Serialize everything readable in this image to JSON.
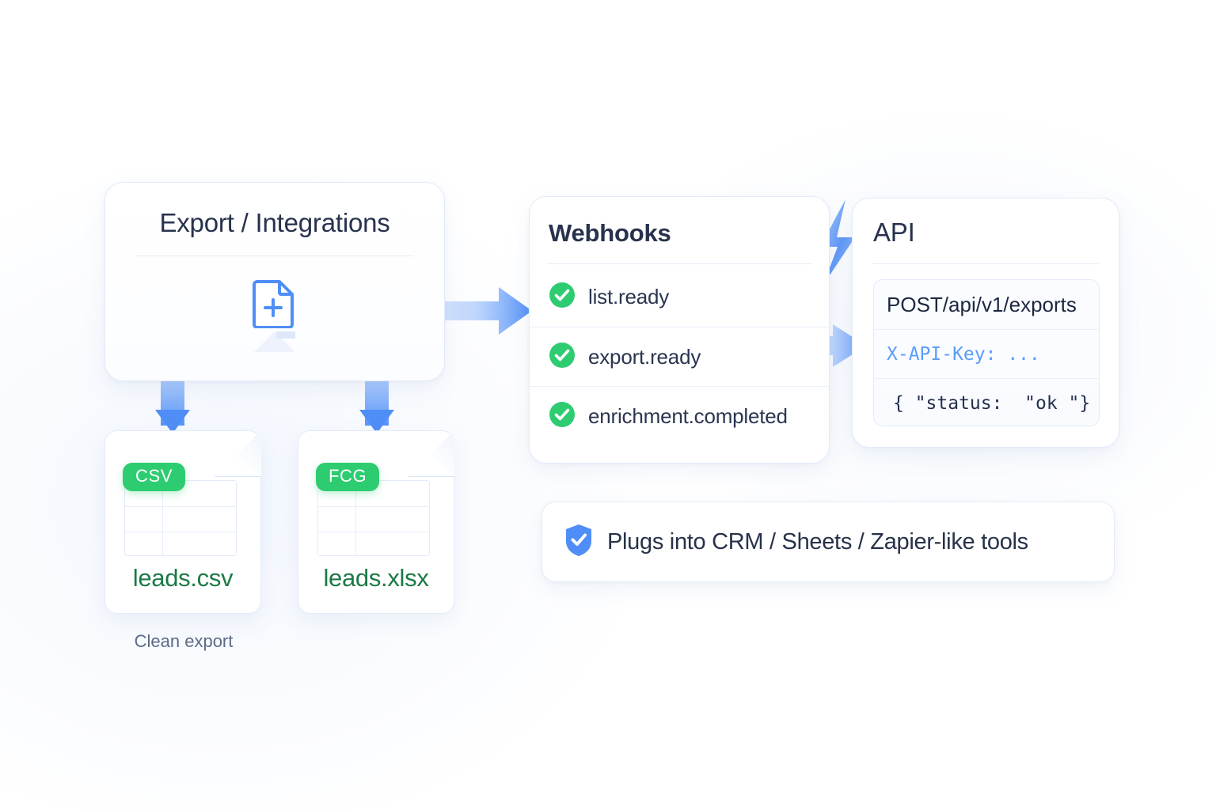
{
  "export_panel": {
    "title": "Export / Integrations",
    "icon": "document-plus-icon"
  },
  "files": [
    {
      "badge": "CSV",
      "name": "leads.csv",
      "badge_color": "#2ecc71",
      "name_color": "#1b7a45"
    },
    {
      "badge": "FCG",
      "name": "leads.xlsx",
      "badge_color": "#2ecc71",
      "name_color": "#1b7a45"
    }
  ],
  "caption": "Clean export",
  "webhooks": {
    "title": "Webhooks",
    "events": [
      {
        "label": "list.ready",
        "status": "ok"
      },
      {
        "label": "export.ready",
        "status": "ok"
      },
      {
        "label": "enrichment.completed",
        "status": "ok"
      }
    ]
  },
  "api": {
    "title": "API",
    "method": "POST",
    "path": "/api/v1/exports",
    "header": "X-API-Key: ...",
    "response": "{ \"status:  \"ok \"}"
  },
  "banner": {
    "text": "Plugs into CRM / Sheets / Zapier-like tools",
    "icon": "shield-check-icon"
  },
  "colors": {
    "accent_blue": "#4f8ef7",
    "accent_blue_light": "#9cc2fb",
    "success_green": "#2ecc71",
    "text_dark": "#27324d",
    "panel_border": "#e3ebf8",
    "background": "#ffffff"
  }
}
